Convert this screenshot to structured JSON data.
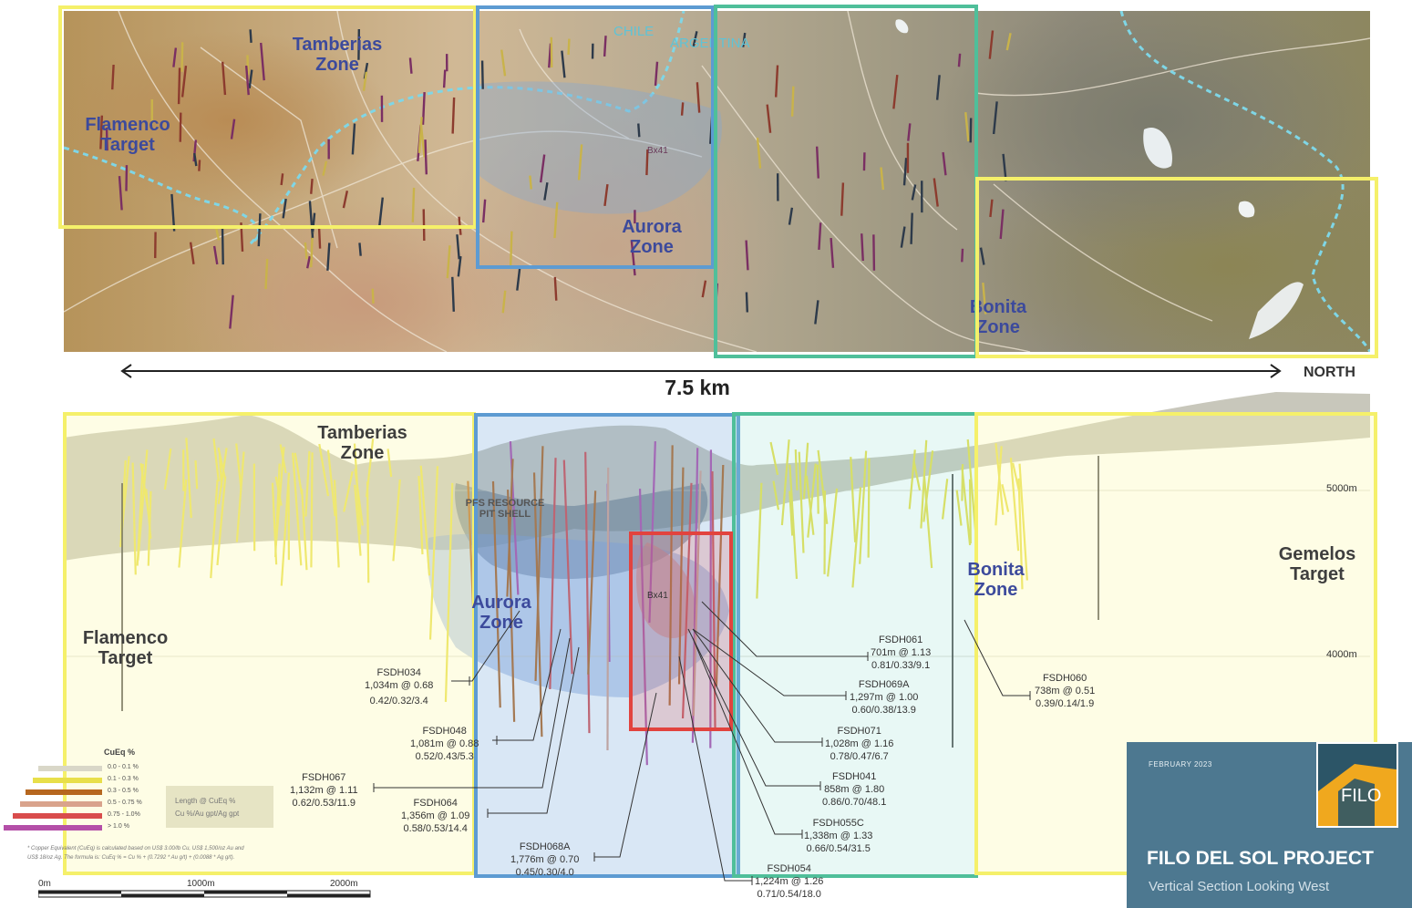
{
  "plan_map": {
    "zones": {
      "tamberias": "Tamberias\nZone",
      "flamenco": "Flamenco\nTarget",
      "aurora": "Aurora\nZone",
      "bonita": "Bonita\nZone",
      "bx41": "Bx41"
    },
    "countries": {
      "chile": "CHILE",
      "argentina": "ARGENTINA"
    }
  },
  "scale": {
    "distance": "7.5 km",
    "north": "NORTH"
  },
  "section": {
    "zones": {
      "tamberias": "Tamberias\nZone",
      "flamenco": "Flamenco\nTarget",
      "aurora": "Aurora\nZone",
      "bonita": "Bonita\nZone",
      "gemelos": "Gemelos\nTarget",
      "bx41": "Bx41",
      "pit_shell": "PFS RESOURCE\nPIT SHELL"
    },
    "elevations": [
      "5000m",
      "4000m"
    ],
    "drillholes": [
      {
        "id": "FSDH034",
        "length": "1,034m @ 0.68",
        "grades": "0.42/0.32/3.4"
      },
      {
        "id": "FSDH048",
        "length": "1,081m @ 0.88",
        "grades": "0.52/0.43/5.3"
      },
      {
        "id": "FSDH067",
        "length": "1,132m @ 1.11",
        "grades": "0.62/0.53/11.9"
      },
      {
        "id": "FSDH064",
        "length": "1,356m @ 1.09",
        "grades": "0.58/0.53/14.4"
      },
      {
        "id": "FSDH068A",
        "length": "1,776m @ 0.70",
        "grades": "0.45/0.30/4.0"
      },
      {
        "id": "FSDH054",
        "length": "1,224m @ 1.26",
        "grades": "0.71/0.54/18.0"
      },
      {
        "id": "FSDH055C",
        "length": "1,338m @ 1.33",
        "grades": "0.66/0.54/31.5"
      },
      {
        "id": "FSDH041",
        "length": "858m @ 1.80",
        "grades": "0.86/0.70/48.1"
      },
      {
        "id": "FSDH071",
        "length": "1,028m @ 1.16",
        "grades": "0.78/0.47/6.7"
      },
      {
        "id": "FSDH069A",
        "length": "1,297m @ 1.00",
        "grades": "0.60/0.38/13.9"
      },
      {
        "id": "FSDH061",
        "length": "701m @ 1.13",
        "grades": "0.81/0.33/9.1"
      },
      {
        "id": "FSDH060",
        "length": "738m @ 0.51",
        "grades": "0.39/0.14/1.9"
      }
    ]
  },
  "legend": {
    "title": "CuEq %",
    "items": [
      {
        "label": "0.0 - 0.1 %",
        "color": "#d9d7c8"
      },
      {
        "label": "0.1 - 0.3 %",
        "color": "#e8df4a"
      },
      {
        "label": "0.3 - 0.5 %",
        "color": "#b6671f"
      },
      {
        "label": "0.5 - 0.75 %",
        "color": "#d9a38c"
      },
      {
        "label": "0.75 - 1.0%",
        "color": "#d94c4c"
      },
      {
        "label": "> 1.0 %",
        "color": "#b44fa8"
      }
    ],
    "key_line1": "Length @ CuEq %",
    "key_line2": "Cu %/Au gpt/Ag gpt",
    "footnote1": "* Copper Equivalent (CuEq) is calculated based on US$ 3.00/lb Cu, US$ 1,500/oz Au and",
    "footnote2": "US$ 18/oz Ag. The formula is: CuEq % = Cu % + (0.7292 * Au g/t) + (0.0088 * Ag g/t)."
  },
  "scalebar": {
    "zero": "0m",
    "mid": "1000m",
    "end": "2000m"
  },
  "title_block": {
    "date": "FEBRUARY 2023",
    "logo": "FILO",
    "title": "FILO DEL SOL PROJECT",
    "subtitle": "Vertical Section Looking West"
  },
  "colors": {
    "yellow_box": "#f5f06a",
    "blue_box": "#5d9bd2",
    "green_box": "#4fbf9a",
    "red_box": "#e2433e",
    "title_bg": "#4d7890",
    "logo_orange": "#f0a81e"
  }
}
